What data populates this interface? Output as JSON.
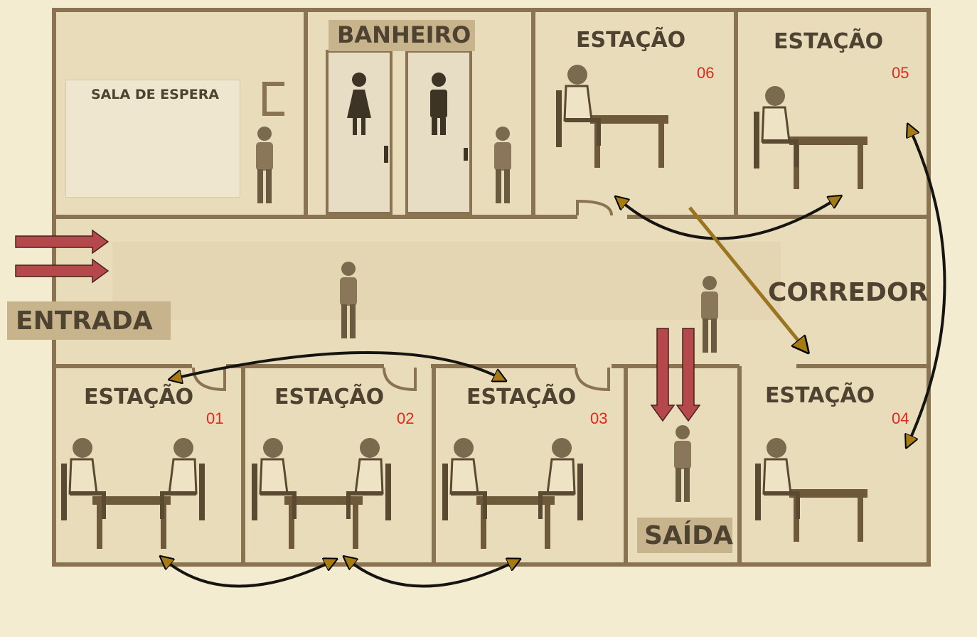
{
  "labels": {
    "entrada": "ENTRADA",
    "saida": "SAÍDA",
    "corredor": "CORREDOR",
    "banheiro": "BANHEIRO",
    "sala_espera": "SALA DE ESPERA"
  },
  "stations": [
    {
      "label": "ESTAÇÃO",
      "number": "01"
    },
    {
      "label": "ESTAÇÃO",
      "number": "02"
    },
    {
      "label": "ESTAÇÃO",
      "number": "03"
    },
    {
      "label": "ESTAÇÃO",
      "number": "04"
    },
    {
      "label": "ESTAÇÃO",
      "number": "05"
    },
    {
      "label": "ESTAÇÃO",
      "number": "06"
    }
  ],
  "colors": {
    "background": "#f3ecd0",
    "floor": "#e9dcbb",
    "wall": "#8a7350",
    "label_text": "#4e4331",
    "station_number": "#e0281e",
    "entry_arrow": "#b5484a",
    "flow_arrow": "#161410",
    "arrow_head": "#a67c12",
    "label_chip": "#c8b48c"
  },
  "icons": [
    "woman-restroom-icon",
    "man-restroom-icon",
    "person-figure",
    "seated-person-at-desk",
    "waiting-group"
  ]
}
